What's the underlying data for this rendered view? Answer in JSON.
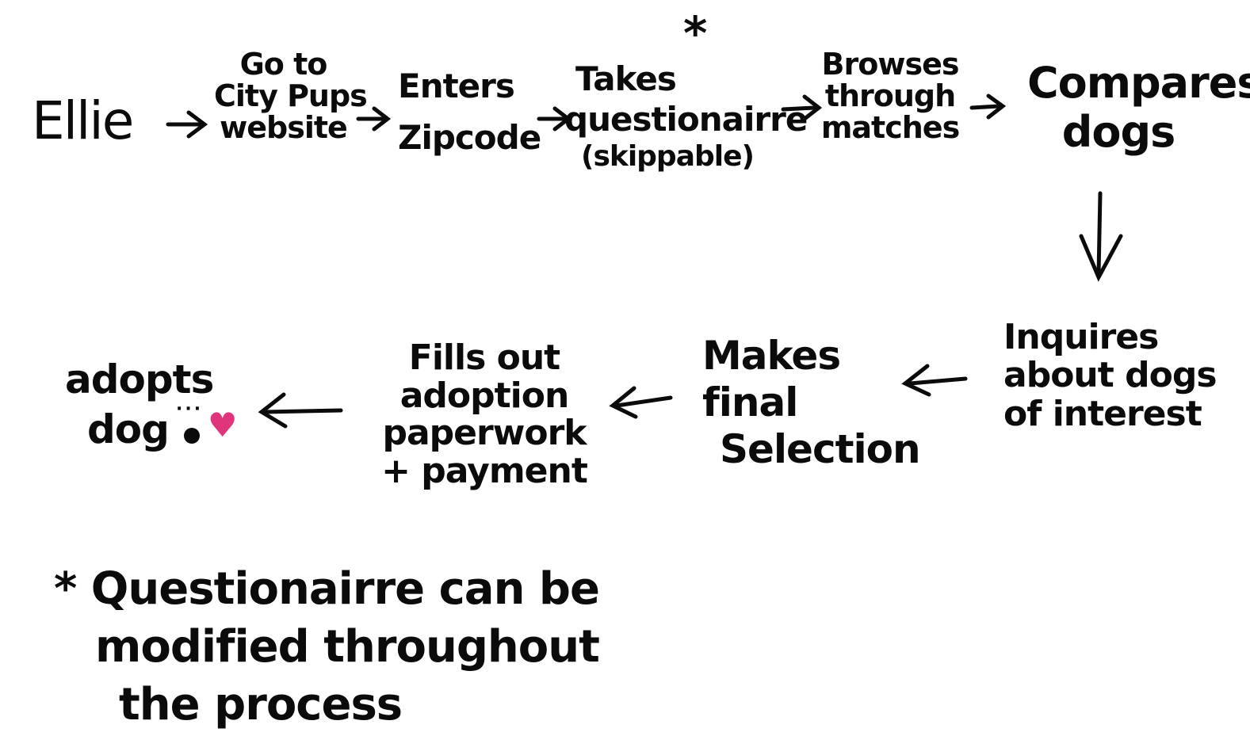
{
  "diagram": {
    "actor": "Ellie",
    "steps_row1": [
      {
        "lines": [
          "Go to",
          "City Pups",
          "website"
        ]
      },
      {
        "lines": [
          "Enters",
          "Zipcode"
        ]
      },
      {
        "lines": [
          "Takes",
          "questionairre",
          "(skippable)"
        ],
        "marker": "*"
      },
      {
        "lines": [
          "Browses",
          "through",
          "matches"
        ]
      },
      {
        "lines": [
          "Compares",
          "dogs"
        ]
      }
    ],
    "steps_row2": [
      {
        "lines": [
          "Inquires",
          "about dogs",
          "of interest"
        ]
      },
      {
        "lines": [
          "Makes",
          "final",
          "Selection"
        ]
      },
      {
        "lines": [
          "Fills out",
          "adoption",
          "paperwork",
          "+ payment"
        ]
      },
      {
        "lines": [
          "adopts",
          "dog"
        ]
      }
    ],
    "heart_glyph": "♥",
    "heart_color": "#e0357a",
    "highlight_color": "#f1c9d6",
    "footnote": {
      "marker": "*",
      "lines": [
        "Questionairre can be",
        "modified throughout",
        "the process"
      ]
    }
  }
}
